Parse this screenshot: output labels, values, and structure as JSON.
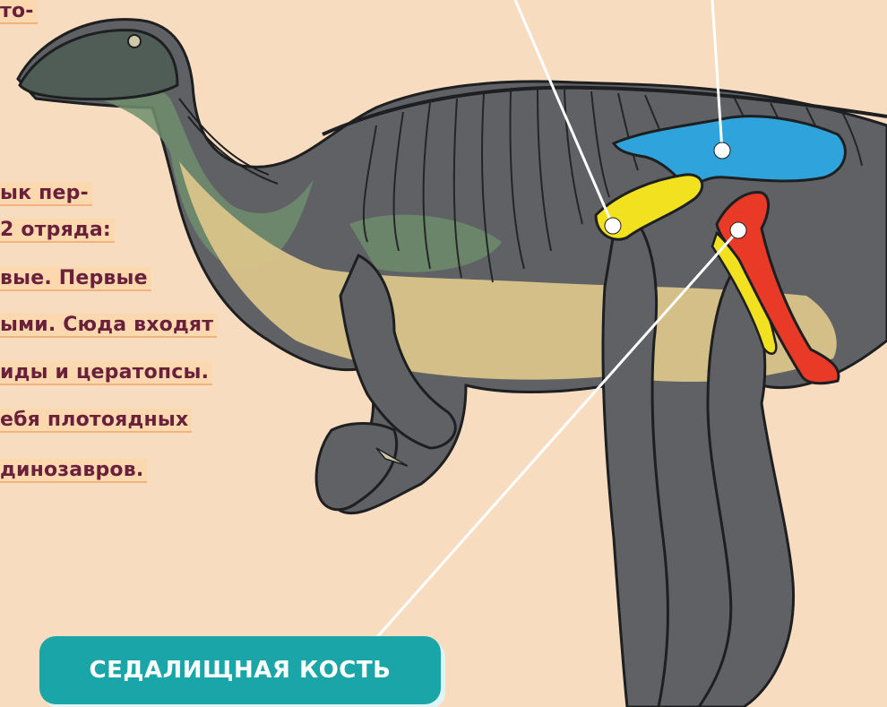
{
  "text_lines": [
    "то-",
    "ык пер-",
    "2 отряда:",
    "вые. Первые",
    "ыми. Сюда входят",
    "иды и цератопсы.",
    "ебя плотоядных",
    " динозавров."
  ],
  "label_badge": "СЕДАЛИЩНАЯ КОСТЬ",
  "colors": {
    "background": "#f8dcc0",
    "body_dark": "#5f6164",
    "body_green": "#6e8e6c",
    "belly": "#d9c489",
    "ilium": "#2fa4dc",
    "pubis": "#f2e11e",
    "ischium": "#e83a26",
    "badge": "#1aa6a8",
    "text": "#6a1f3a"
  }
}
